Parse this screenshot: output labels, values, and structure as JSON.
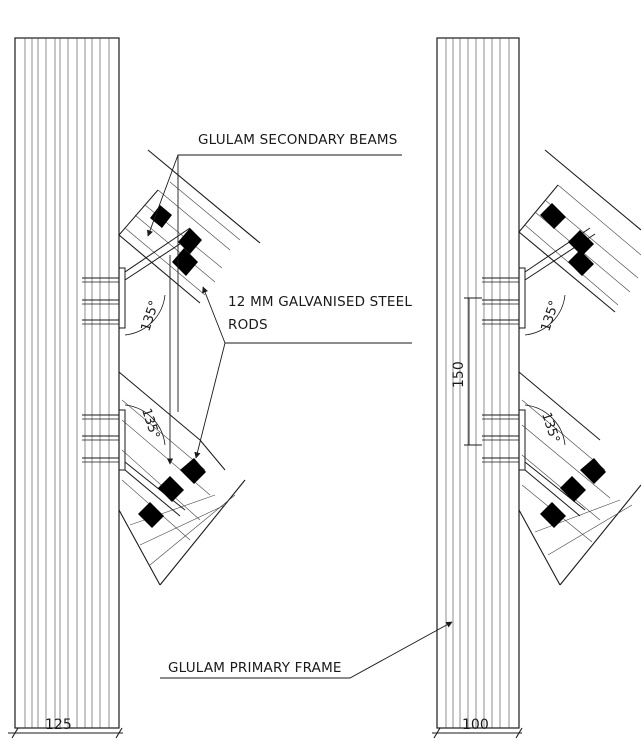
{
  "labels": {
    "secondary_beams": "GLULAM SECONDARY BEAMS",
    "steel_rods_line1": "12 MM GALVANISED STEEL",
    "steel_rods_line2": "RODS",
    "primary_frame": "GLULAM PRIMARY FRAME"
  },
  "angles": {
    "left_upper": "135°",
    "left_lower": "135°",
    "right_upper": "135°",
    "right_lower": "135°"
  },
  "dimensions": {
    "left_column_width": "125",
    "right_column_width": "100",
    "plate_height": "150"
  },
  "colors": {
    "ink": "#1a1a1a",
    "background": "#ffffff",
    "rod_fill": "#000000"
  }
}
